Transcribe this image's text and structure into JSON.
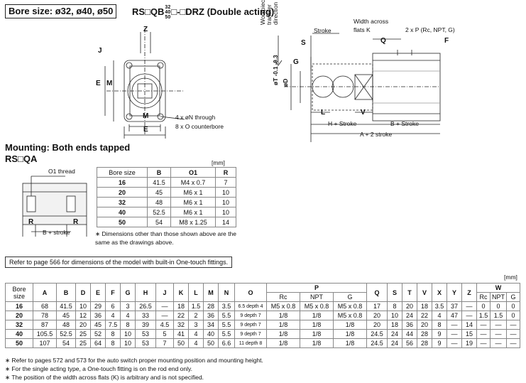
{
  "header": {
    "bore_label": "Bore size: ø32, ø40, ø50",
    "model_prefix": "RS□QB",
    "sizes": [
      "32",
      "40",
      "50"
    ],
    "model_suffix": "□-□DRZ (Double acting)"
  },
  "drawing_front": {
    "z": "Z",
    "j": "J",
    "e": "E",
    "m": "M",
    "m2": "M",
    "e2": "E",
    "n_note": "4 x øN through",
    "o_note": "8 x O counterbore"
  },
  "drawing_side": {
    "workpiece": "Workpiece",
    "transfer": "transfer",
    "direction": "direction",
    "s": "S",
    "stroke": "Stroke",
    "width_across": "Width across",
    "flats_k": "flats K",
    "p_note": "2 x P (Rc, NPT, G)",
    "q": "Q",
    "f": "F",
    "g": "G",
    "t": "øT",
    "t_tol": "-0.1 -0.3",
    "d": "øD",
    "l": "L",
    "v": "V",
    "h_stroke": "H + Stroke",
    "b_stroke": "B + Stroke",
    "a_stroke": "A + 2 stroke"
  },
  "mounting": {
    "title": "Mounting: Both ends tapped",
    "subtitle": "RS□QA",
    "o1_thread": "O1 thread",
    "r1": "R",
    "b_stroke": "B + stroke",
    "r2": "R"
  },
  "mount_table": {
    "unit": "[mm]",
    "headers": [
      "Bore size",
      "B",
      "O1",
      "R"
    ],
    "rows": [
      [
        "16",
        "41.5",
        "M4 x 0.7",
        "7"
      ],
      [
        "20",
        "45",
        "M6 x 1",
        "10"
      ],
      [
        "32",
        "48",
        "M6 x 1",
        "10"
      ],
      [
        "40",
        "52.5",
        "M6 x 1",
        "10"
      ],
      [
        "50",
        "54",
        "M8 x 1.25",
        "14"
      ]
    ]
  },
  "mount_note": "∗ Dimensions other than those shown above are the same as the drawings above.",
  "reference_note": "Refer to page 566 for dimensions of the model with built-in One-touch fittings.",
  "main_table": {
    "unit": "[mm]",
    "headers": [
      "Bore size",
      "A",
      "B",
      "D",
      "E",
      "F",
      "G",
      "H",
      "J",
      "K",
      "L",
      "M",
      "N",
      "O",
      "P",
      "Q",
      "S",
      "T",
      "V",
      "X",
      "Y",
      "Z",
      "W"
    ],
    "p_sub": [
      "Rc",
      "NPT",
      "G"
    ],
    "w_sub": [
      "Rc",
      "NPT",
      "G"
    ],
    "rows": [
      [
        "16",
        "68",
        "41.5",
        "10",
        "29",
        "6",
        "3",
        "26.5",
        "—",
        "18",
        "1.5",
        "28",
        "3.5",
        "6.5 depth 4",
        "M5 x 0.8",
        "M5 x 0.8",
        "M5 x 0.8",
        "17",
        "8",
        "20",
        "18",
        "3.5",
        "37",
        "—",
        "0",
        "0",
        "0"
      ],
      [
        "20",
        "78",
        "45",
        "12",
        "36",
        "4",
        "4",
        "33",
        "—",
        "22",
        "2",
        "36",
        "5.5",
        "9 depth 7",
        "1/8",
        "1/8",
        "M5 x 0.8",
        "20",
        "10",
        "24",
        "22",
        "4",
        "47",
        "—",
        "1.5",
        "1.5",
        "0"
      ],
      [
        "32",
        "87",
        "48",
        "20",
        "45",
        "7.5",
        "8",
        "39",
        "4.5",
        "32",
        "3",
        "34",
        "5.5",
        "9 depth 7",
        "1/8",
        "1/8",
        "1/8",
        "20",
        "18",
        "36",
        "20",
        "8",
        "—",
        "14",
        "—",
        "—",
        "—"
      ],
      [
        "40",
        "105.5",
        "52.5",
        "25",
        "52",
        "8",
        "10",
        "53",
        "5",
        "41",
        "4",
        "40",
        "5.5",
        "9 depth 7",
        "1/8",
        "1/8",
        "1/8",
        "24.5",
        "24",
        "44",
        "28",
        "9",
        "—",
        "15",
        "—",
        "—",
        "—"
      ],
      [
        "50",
        "107",
        "54",
        "25",
        "64",
        "8",
        "10",
        "53",
        "7",
        "50",
        "4",
        "50",
        "6.6",
        "11 depth 8",
        "1/8",
        "1/8",
        "1/8",
        "24.5",
        "24",
        "56",
        "28",
        "9",
        "—",
        "19",
        "—",
        "—",
        "—"
      ]
    ]
  },
  "footnotes": [
    "∗ Refer to pages 572 and 573 for the auto switch proper mounting position and mounting height.",
    "∗ For the single acting type, a One-touch fitting is on the rod end only.",
    "∗ The position of the width across flats (K) is arbitrary and is not specified."
  ]
}
